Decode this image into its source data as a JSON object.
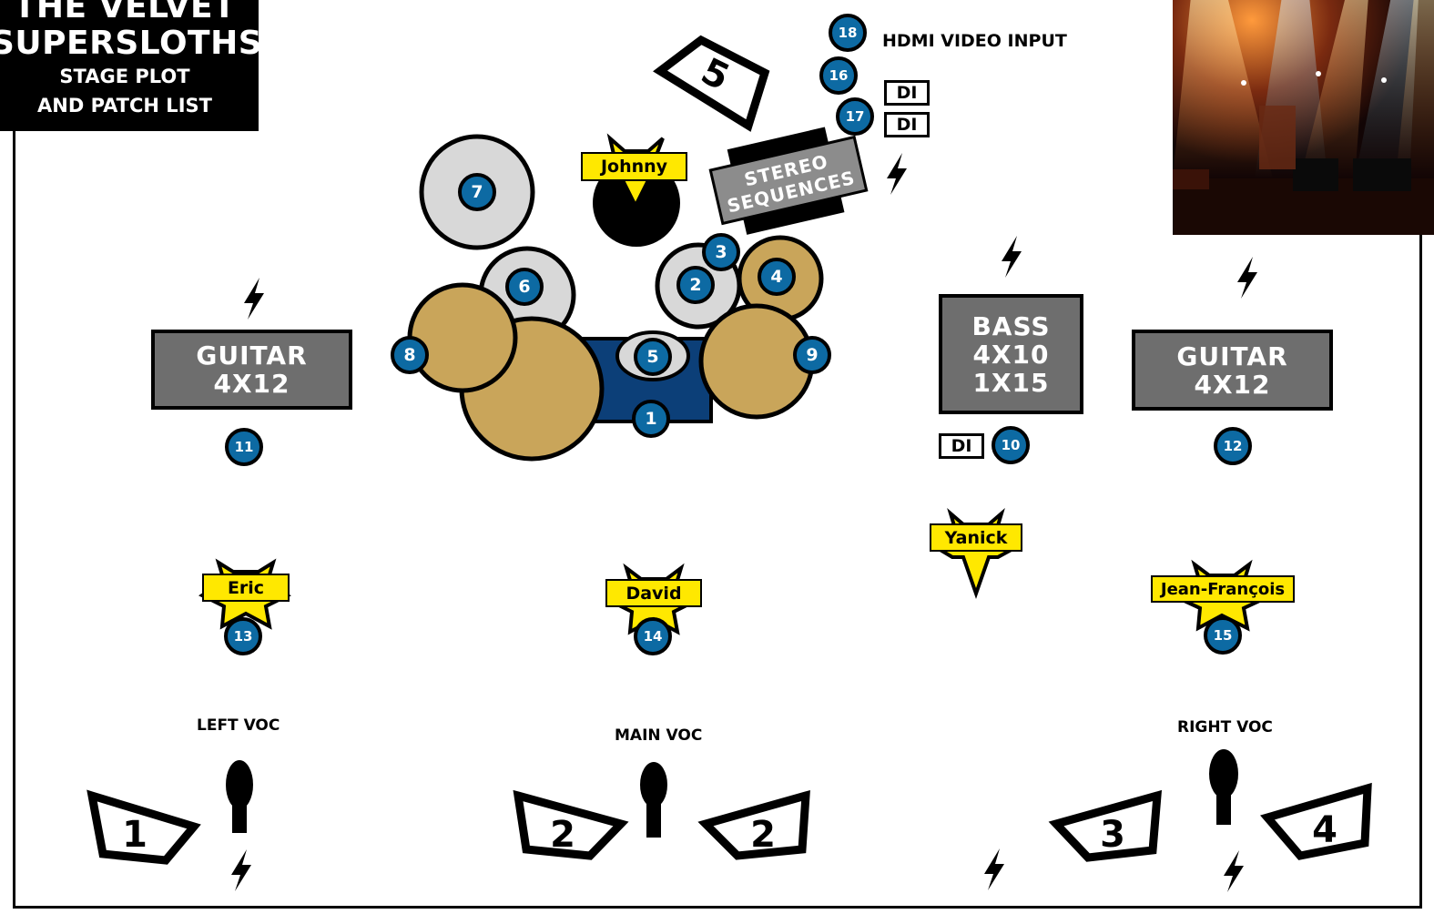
{
  "title": {
    "line1": "THE VELVET",
    "line2": "SUPERSLOTHS",
    "line3": "STAGE PLOT",
    "line4": "AND PATCH LIST"
  },
  "amps": {
    "guitar_left": {
      "line1": "GUITAR",
      "line2": "4X12"
    },
    "bass": {
      "line1": "BASS",
      "line2": "4X10",
      "line3": "1X15"
    },
    "guitar_right": {
      "line1": "GUITAR",
      "line2": "4X12"
    }
  },
  "stereo_sequences": {
    "line1": "STEREO",
    "line2": "SEQUENCES"
  },
  "inputs": {
    "n1": "1",
    "n2": "2",
    "n3": "3",
    "n4": "4",
    "n5": "5",
    "n6": "6",
    "n7": "7",
    "n8": "8",
    "n9": "9",
    "n10": "10",
    "n11": "11",
    "n12": "12",
    "n13": "13",
    "n14": "14",
    "n15": "15",
    "n16": "16",
    "n17": "17",
    "n18": "18"
  },
  "di_label": "DI",
  "hdmi_label": "HDMI VIDEO INPUT",
  "musicians": {
    "johnny": "Johnny",
    "eric": "Eric",
    "david": "David",
    "yanick": "Yanick",
    "jean_francois": "Jean-François"
  },
  "vocal_labels": {
    "left": "LEFT VOC",
    "main": "MAIN VOC",
    "right": "RIGHT VOC"
  },
  "monitors": {
    "drum": "5",
    "m1": "1",
    "m2a": "2",
    "m2b": "2",
    "m3": "3",
    "m4": "4"
  },
  "colors": {
    "input_blue": "#0d6aa3",
    "cymbal_gold": "#c9a55a",
    "drum_blue": "#0c3f78",
    "amp_gray": "#6e6e6e",
    "name_yellow": "#ffe800"
  }
}
